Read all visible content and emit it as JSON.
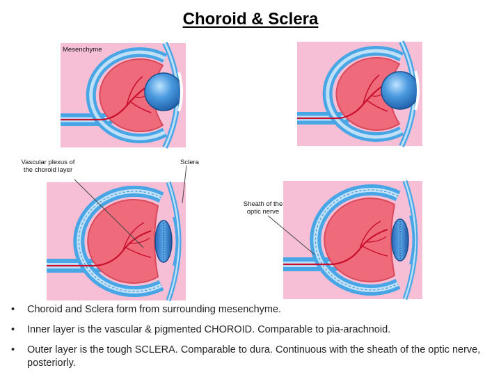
{
  "slide": {
    "title": "Choroid & Sclera"
  },
  "labels": {
    "mesenchyme": "Mesenchyme",
    "vascular_plexus": "Vascular plexus of the choroid layer",
    "sclera": "Sclera",
    "sheath": "Sheath of the optic nerve"
  },
  "bullets": [
    "Choroid and Sclera form from surrounding mesenchyme.",
    "Inner layer is the vascular & pigmented CHOROID. Comparable to pia-arachnoid.",
    "Outer layer is the tough SCLERA. Comparable to dura. Continuous with the sheath of the optic nerve, posteriorly."
  ],
  "colors": {
    "background_pink": "#f5bcd4",
    "mesenchyme_blue": "#48a6e6",
    "light_blue": "#bfe0f6",
    "retina_red": "#ef6a7a",
    "lens_blue": "#2d7fcf",
    "vessel_red": "#c8102e"
  }
}
